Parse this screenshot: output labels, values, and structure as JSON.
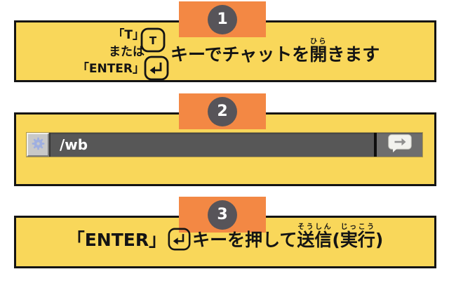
{
  "colors": {
    "background": "#FFFFFF",
    "panel_yellow": "#F9D75A",
    "tab_orange": "#F38844",
    "number_circle_gray": "#575459",
    "border_black": "#141414",
    "chat_input_bg": "#575757",
    "chat_send_bg": "#6E6E6E",
    "gear_button_bg": "#C8C8C8",
    "gear_icon_blue": "#9FAFE0",
    "chat_text": "#FFFFFF"
  },
  "steps": [
    {
      "number": "1",
      "key_option_1": "「T」",
      "key_option_conj": "または",
      "key_option_2": "「ENTER」",
      "t_key_glyph": "T",
      "main_segments": [
        {
          "t": "キーでチャットを"
        },
        {
          "t": "開",
          "r": "ひら"
        },
        {
          "t": "きます"
        }
      ]
    },
    {
      "number": "2",
      "chat_command": "/wb"
    },
    {
      "number": "3",
      "prefix": "「ENTER」",
      "main_segments": [
        {
          "t": "キーを押して"
        },
        {
          "t": "送信",
          "r": "そうしん"
        },
        {
          "t": "("
        },
        {
          "t": "実行",
          "r": "じっこう"
        },
        {
          "t": ")"
        }
      ]
    }
  ]
}
